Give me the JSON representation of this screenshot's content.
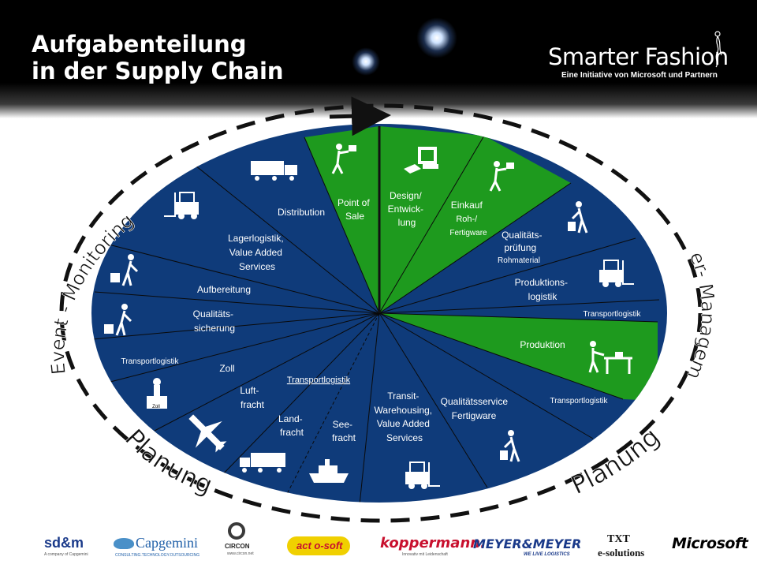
{
  "header": {
    "title_line1": "Aufgabenteilung",
    "title_line2": "in der Supply Chain",
    "brand": "Smarter Fashion",
    "tagline": "Eine Initiative von Microsoft und Partnern"
  },
  "colors": {
    "blue": "#0f3b7a",
    "green": "#1e9a1e",
    "dash": "#111111",
    "header": "#000000"
  },
  "arcs": {
    "event_monitoring": "Event - Monitoring",
    "order_management": "Order- Management",
    "planung_left": "Planung",
    "planung_right": "Planung"
  },
  "segments": {
    "point_of_sale": [
      "Point of",
      "Sale"
    ],
    "design": [
      "Design/",
      "Entwick-",
      "lung"
    ],
    "einkauf": [
      "Einkauf",
      "Roh-/",
      "Fertigware"
    ],
    "qualitaetspruefung": [
      "Qualitäts-",
      "prüfung",
      "Rohmaterial"
    ],
    "produktionslogistik": [
      "Produktions-",
      "logistik"
    ],
    "transportlogistik_1": "Transportlogistik",
    "produktion": "Produktion",
    "transportlogistik_2": "Transportlogistik",
    "qualitaetsservice": [
      "Qualitätsservice",
      "Fertigware"
    ],
    "transit": [
      "Transit-",
      "Warehousing,",
      "Value Added",
      "Services"
    ],
    "seefracht": [
      "See-",
      "fracht"
    ],
    "landfracht": [
      "Land-",
      "fracht"
    ],
    "transportlogistik_3": "Transportlogistik",
    "luftfracht": [
      "Luft-",
      "fracht"
    ],
    "zoll": "Zoll",
    "zoll_stamp": "Zoll",
    "transportlogistik_4": "Transportlogistik",
    "qualitaetssicherung": [
      "Qualitäts-",
      "sicherung"
    ],
    "aufbereitung": "Aufbereitung",
    "lagerlogistik": [
      "Lagerlogistik,",
      "Value Added",
      "Services"
    ],
    "distribution": "Distribution"
  },
  "logos": {
    "sdm": "sd&m",
    "sdm_sub": "A company of Capgemini",
    "capgemini": "Capgemini",
    "capgemini_sub": "CONSULTING.TECHNOLOGY.OUTSOURCING",
    "circon": "CIRCON",
    "circon_url": "www.circon.net",
    "actosoft": "act o-soft",
    "koppermann": "koppermann.",
    "koppermann_sub": "Innovativ mit Leidenschaft",
    "meyer": "MEYER&MEYER",
    "meyer_sub": "WE LIVE LOGISTICS",
    "txt": "TXT",
    "txt_sub": "e-solutions",
    "microsoft": "Microsoft"
  }
}
